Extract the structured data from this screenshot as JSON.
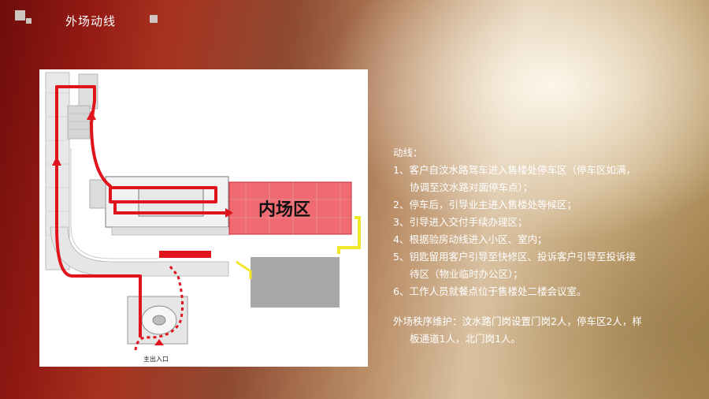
{
  "header": {
    "title": "外场动线"
  },
  "diagram": {
    "zone_label": "内场区",
    "entrance_label": "主出入口",
    "colors": {
      "route": "#e0141c",
      "zone": "#f06a72",
      "secondary_route": "#f0e62a",
      "block": "#a8a8a8"
    }
  },
  "notes": {
    "heading": "动线：",
    "items": [
      "1、客户自汶水路驾车进入售楼处停车区（停车区如满，",
      "协调至汶水路对面停车点）；",
      "2、停车后，引导业主进入售楼处等候区；",
      "3、引导进入交付手续办理区；",
      "4、根据验房动线进入小区、室内；",
      "5、钥匙留用客户引导至快修区、投诉客户引导至投诉接",
      "待区（物业临时办公区）；",
      "6、工作人员就餐点位于售楼处二楼会议室。"
    ],
    "order_heading": "外场秩序维护：汶水路门岗设置门岗2人，停车区2人，样",
    "order_cont": "板通道1人，北门岗1人。"
  }
}
